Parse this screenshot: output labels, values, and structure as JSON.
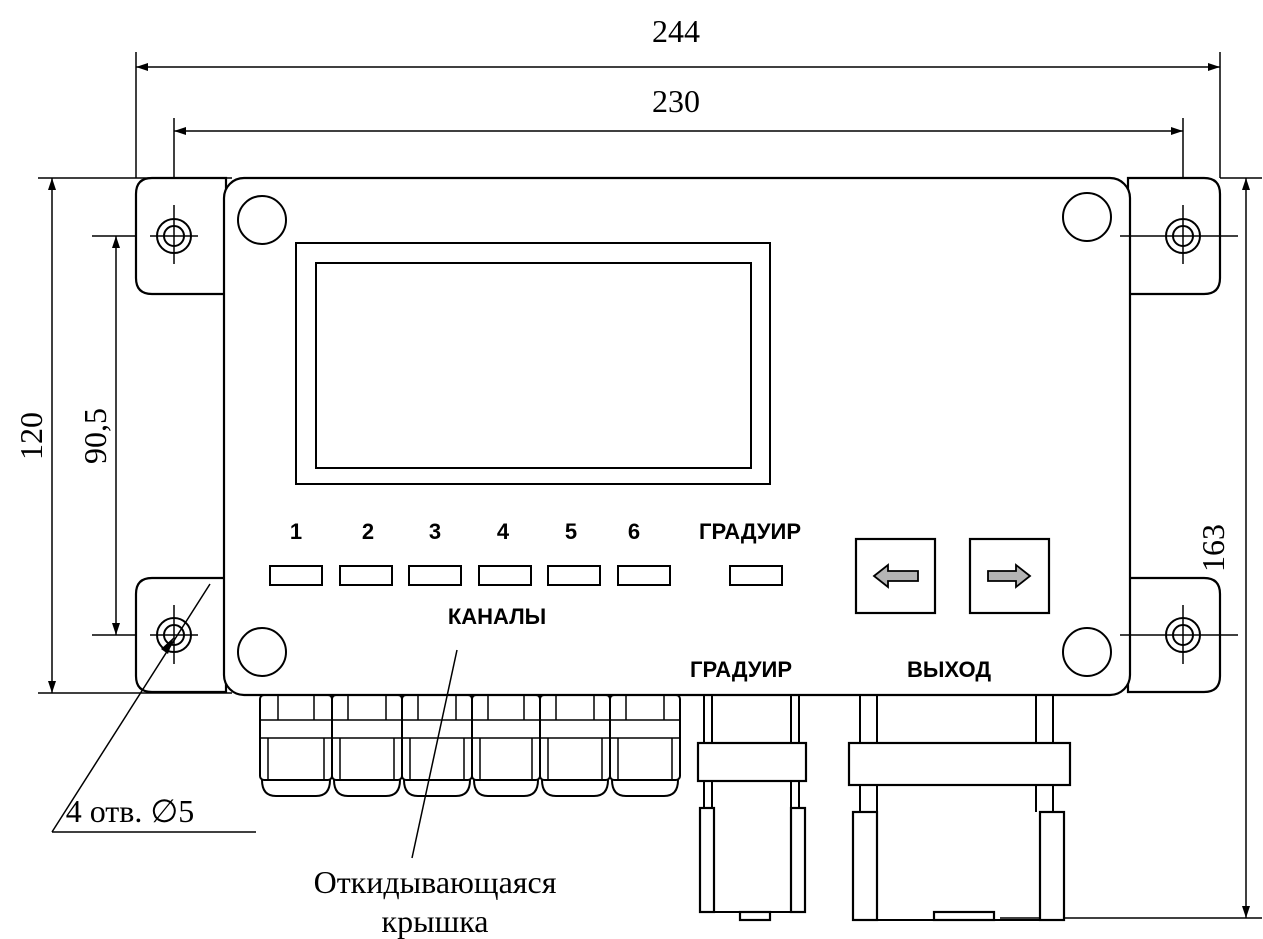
{
  "dimensions": {
    "width_total": "244",
    "width_holes": "230",
    "height_body": "120",
    "height_holes": "90,5",
    "height_total": "163"
  },
  "panel": {
    "channel_numbers": [
      "1",
      "2",
      "3",
      "4",
      "5",
      "6"
    ],
    "calibrate_label": "ГРАДУИР",
    "channels_label": "КАНАЛЫ"
  },
  "buttons": {
    "left_icon": "arrow-left-icon",
    "right_icon": "arrow-right-icon"
  },
  "connectors": {
    "calibrate_label": "ГРАДУИР",
    "output_label": "ВЫХОД"
  },
  "annotations": {
    "holes": "4 отв. ∅5",
    "cover_line1": "Откидывающаяся",
    "cover_line2": "крышка"
  }
}
